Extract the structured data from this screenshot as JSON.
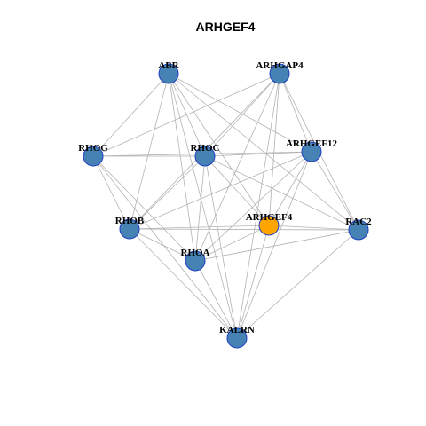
{
  "title": "ARHGEF4",
  "colors": {
    "node_default": "#4682b4",
    "node_focus": "#ffa500",
    "node_border": "#1f3fbf",
    "edge": "#b3b3b3"
  },
  "network": {
    "focus_node": "ARHGEF4",
    "nodes": [
      "ABR",
      "ARHGAP4",
      "RHOG",
      "RHOC",
      "ARHGEF12",
      "RHOB",
      "ARHGEF4",
      "RAC2",
      "RHOA",
      "KALRN"
    ],
    "edges": [
      [
        "ABR",
        "RHOG"
      ],
      [
        "ABR",
        "RHOC"
      ],
      [
        "ABR",
        "RHOB"
      ],
      [
        "ABR",
        "RHOA"
      ],
      [
        "ABR",
        "ARHGEF4"
      ],
      [
        "ABR",
        "ARHGEF12"
      ],
      [
        "ABR",
        "RAC2"
      ],
      [
        "ABR",
        "KALRN"
      ],
      [
        "ARHGAP4",
        "RHOG"
      ],
      [
        "ARHGAP4",
        "RHOC"
      ],
      [
        "ARHGAP4",
        "RHOB"
      ],
      [
        "ARHGAP4",
        "RHOA"
      ],
      [
        "ARHGAP4",
        "ARHGEF4"
      ],
      [
        "ARHGAP4",
        "RAC2"
      ],
      [
        "ARHGAP4",
        "KALRN"
      ],
      [
        "ARHGAP4",
        "ARHGEF12"
      ],
      [
        "RHOG",
        "RHOC"
      ],
      [
        "RHOG",
        "ARHGEF12"
      ],
      [
        "RHOG",
        "RHOB"
      ],
      [
        "RHOG",
        "RHOA"
      ],
      [
        "RHOG",
        "KALRN"
      ],
      [
        "RHOC",
        "ARHGEF12"
      ],
      [
        "RHOC",
        "RHOB"
      ],
      [
        "RHOC",
        "RHOA"
      ],
      [
        "RHOC",
        "ARHGEF4"
      ],
      [
        "RHOC",
        "RAC2"
      ],
      [
        "RHOC",
        "KALRN"
      ],
      [
        "ARHGEF12",
        "RHOB"
      ],
      [
        "ARHGEF12",
        "RHOA"
      ],
      [
        "ARHGEF12",
        "ARHGEF4"
      ],
      [
        "ARHGEF12",
        "RAC2"
      ],
      [
        "ARHGEF12",
        "KALRN"
      ],
      [
        "RHOB",
        "ARHGEF4"
      ],
      [
        "RHOB",
        "RAC2"
      ],
      [
        "RHOB",
        "RHOA"
      ],
      [
        "RHOB",
        "KALRN"
      ],
      [
        "ARHGEF4",
        "RHOA"
      ],
      [
        "ARHGEF4",
        "RAC2"
      ],
      [
        "ARHGEF4",
        "KALRN"
      ],
      [
        "RAC2",
        "RHOA"
      ],
      [
        "RAC2",
        "KALRN"
      ],
      [
        "RHOA",
        "KALRN"
      ]
    ]
  }
}
